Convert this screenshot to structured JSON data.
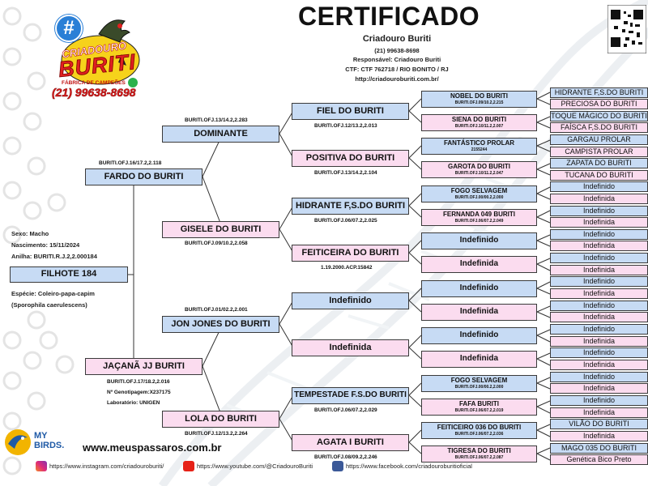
{
  "title": "CERTIFICADO",
  "breeder": {
    "name": "Criadouro Buriti",
    "phone": "(21) 99638-8698",
    "responsible": "Responsável: Criadouro Buriti",
    "ctf": "CTF: CTF 762718 / RIO BONITO / RJ",
    "site": "http://criadouroburiti.com.br/"
  },
  "logo": {
    "hash": "#",
    "brand_top": "CRIADOURO",
    "brand": "BURITI",
    "tagline": "FÁBRICA DE CAMPEÕES",
    "phone": "(21) 99638-8698",
    "colors": {
      "red": "#e02020",
      "yellow": "#f6d21b",
      "blue": "#2a7fd6"
    }
  },
  "subject": {
    "sexo": "Sexo: Macho",
    "nascimento": "Nascimento: 15/11/2024",
    "anilha": "Anilha: BURITI.R.J.2,2.000184",
    "name": "FILHOTE 184",
    "especie": "Espécie: Coleiro-papa-capim",
    "cientifico": "(Sporophila caerulescens)"
  },
  "gen1": [
    {
      "name": "FARDO DO BURITI",
      "reg": "BURITI.OFJ.16/17.2,2.118"
    },
    {
      "name": "JAÇANÃ JJ BURITI",
      "reg1": "BURITI.OFJ.17/18.2,2.016",
      "reg2": "Nº Genotipagem:X237175",
      "reg3": "Laboratório: UNIGEN"
    }
  ],
  "gen2": [
    {
      "name": "DOMINANTE",
      "reg": "BURITI.OFJ.13/14.2,2.283"
    },
    {
      "name": "GISELE DO BURITI",
      "reg": "BURITI.OFJ.09/10.2,2.058"
    },
    {
      "name": "JON JONES DO BURITI",
      "reg": "BURITI.OFJ.01/02.2,2.001"
    },
    {
      "name": "LOLA DO BURITI",
      "reg": "BURITI.OFJ.12/13.2,2.264"
    }
  ],
  "gen3": [
    {
      "name": "FIEL DO BURITI",
      "reg": "BURITI.OFJ.12/13.2,2.013"
    },
    {
      "name": "POSITIVA DO BURITI",
      "reg": "BURITI.OFJ.13/14.2,2.104"
    },
    {
      "name": "HIDRANTE F,S.DO BURITI",
      "reg": "BURITI.OFJ.06/07.2,2.025"
    },
    {
      "name": "FEITICEIRA DO BURITI",
      "reg": "1.19.2000.ACP.15842"
    },
    {
      "name": "Indefinido",
      "reg": ""
    },
    {
      "name": "Indefinida",
      "reg": ""
    },
    {
      "name": "TEMPESTADE F.S.DO BURITI",
      "reg": "BURITI.OFJ.06/07.2,2.029"
    },
    {
      "name": "AGATA I BURITI",
      "reg": "BURITI.OFJ.08/09.2,2.246"
    }
  ],
  "gen4": [
    {
      "name": "NOBEL DO BURITI",
      "reg": "BURITI.OFJ.09/10.2,2.215"
    },
    {
      "name": "SIENA DO BURITI",
      "reg": "BURITI.OFJ.10/11.2,2.007"
    },
    {
      "name": "FANTÁSTICO PROLAR",
      "reg": "2155244"
    },
    {
      "name": "GAROTA DO BURITI",
      "reg": "BURITI.OFJ.10/11.2,2.047"
    },
    {
      "name": "FOGO SELVAGEM",
      "reg": "BURITI.OFJ.00/00.2,2.000"
    },
    {
      "name": "FERNANDA 049 BURITI",
      "reg": "BURITI.OFJ.06/07.2,2.049"
    },
    {
      "name": "Indefinido",
      "reg": ""
    },
    {
      "name": "Indefinida",
      "reg": ""
    },
    {
      "name": "Indefinido",
      "reg": ""
    },
    {
      "name": "Indefinida",
      "reg": ""
    },
    {
      "name": "Indefinido",
      "reg": ""
    },
    {
      "name": "Indefinida",
      "reg": ""
    },
    {
      "name": "FOGO SELVAGEM",
      "reg": "BURITI.OFJ.00/00.2,2.000"
    },
    {
      "name": "FAFA BURITI",
      "reg": "BURITI.OFJ.06/07.2,2.019"
    },
    {
      "name": "FEITICEIRO 036 DO BURITI",
      "reg": "BURITI.OFJ.06/07.2,2.036"
    },
    {
      "name": "TIGRESA DO BURITI",
      "reg": "BURITI.OFJ.06/07.2,2.087"
    }
  ],
  "gen5": [
    "HIDRANTE F,S.DO BURITI",
    "PRECIOSA DO BURITI",
    "TOQUE MÁGICO DO BURITI",
    "FAÍSCA F,S.DO BURITI",
    "GARGAU PROLAR",
    "CAMPISTA PROLAR",
    "ZAPATA DO BURITI",
    "TUCANA DO BURITI",
    "Indefinido",
    "Indefinida",
    "Indefinido",
    "Indefinida",
    "Indefinido",
    "Indefinida",
    "Indefinido",
    "Indefinida",
    "Indefinido",
    "Indefinida",
    "Indefinido",
    "Indefinida",
    "Indefinido",
    "Indefinida",
    "Indefinido",
    "Indefinida",
    "Indefinido",
    "Indefinida",
    "Indefinido",
    "Indefinida",
    "VILÃO DO BURITI",
    "Indefinida",
    "MAGO 035 DO BURITI",
    "Genética Bico Preto"
  ],
  "footer": {
    "mybirds_top": "MY",
    "mybirds_bottom": "BIRDS.",
    "site": "www.meuspassaros.com.br",
    "instagram": "https://www.instagram.com/criadouroburiti/",
    "youtube": "https://www.youtube.com/@CriadouroBuriti",
    "facebook": "https://www.facebook.com/criadouroburitioficial"
  },
  "colors": {
    "male_box": "#c7dbf4",
    "female_box": "#fbdcef",
    "border": "#3a3a3a"
  }
}
